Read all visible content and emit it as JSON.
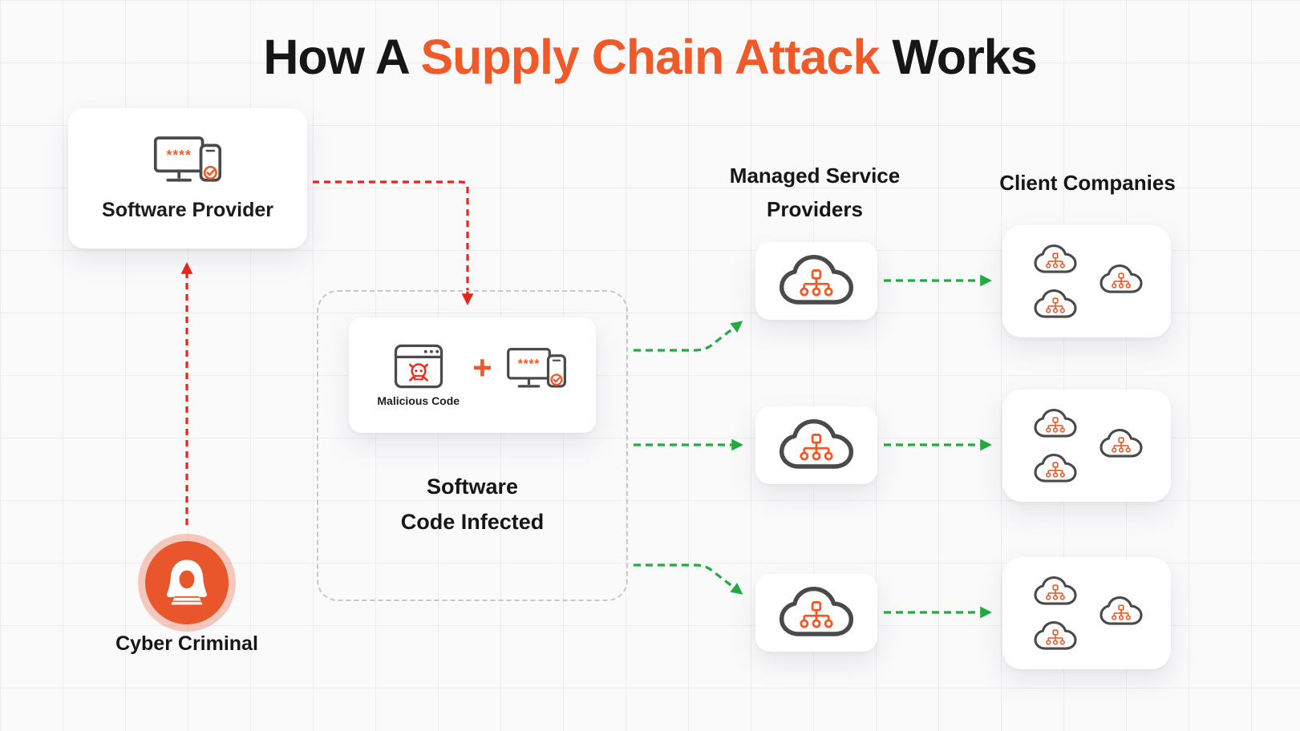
{
  "title": {
    "part1": "How A ",
    "highlight": "Supply Chain Attack",
    "part2": " Works"
  },
  "software_provider": {
    "label": "Software Provider"
  },
  "cyber_criminal": {
    "label": "Cyber Criminal"
  },
  "infection": {
    "malicious_code_label": "Malicious Code",
    "plus": "+",
    "caption_line1": "Software",
    "caption_line2": "Code Infected"
  },
  "msp": {
    "heading_line1": "Managed Service",
    "heading_line2": "Providers"
  },
  "clients": {
    "heading": "Client Companies"
  },
  "icon_text": {
    "password_mask": "****"
  },
  "icons": {
    "software_provider_card": "monitor-phone-icon",
    "infected_card_left": "browser-skull-icon",
    "infected_card_right": "monitor-phone-icon",
    "msp_cards": "cloud-network-icon",
    "client_cards": "cloud-network-icon",
    "cyber_criminal": "hooded-hacker-icon"
  },
  "colors": {
    "accent_orange": "#F05A28",
    "arrow_red": "#E8251D",
    "arrow_green": "#22AB42",
    "icon_stroke_gray": "#4A4A4A",
    "title_dark": "#161616"
  }
}
